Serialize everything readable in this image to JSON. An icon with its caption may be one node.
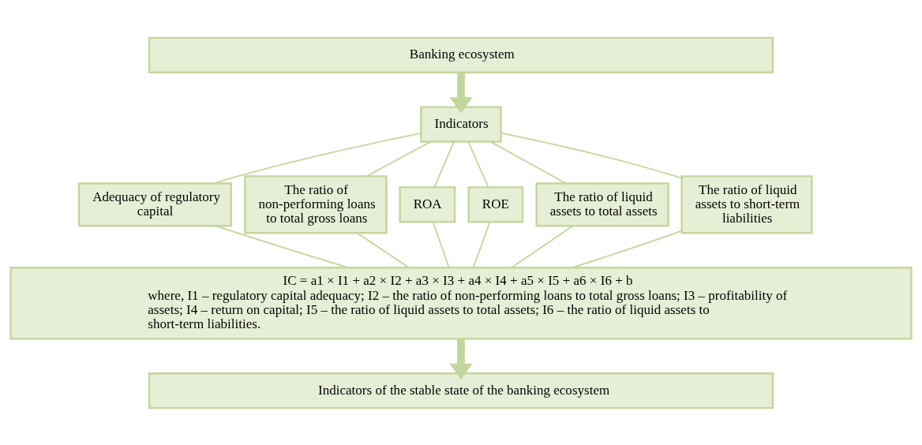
{
  "diagram": {
    "nodes": [
      {
        "text": [
          "Banking ecosystem"
        ]
      },
      {
        "text": [
          "Indicators"
        ]
      },
      {
        "text": [
          "Adequacy of regulatory capital"
        ]
      },
      {
        "text": [
          "The ratio of non-performing loans to total gross loans"
        ]
      },
      {
        "text": [
          "ROA"
        ]
      },
      {
        "text": [
          "ROE"
        ]
      },
      {
        "text": [
          "The ratio of liquid assets to total assets"
        ]
      },
      {
        "text": [
          "The ratio of liquid assets to short-term liabilities"
        ]
      },
      {
        "text": [
          "IC = a1 × I1 + a2 × I2 + a3 × I3 + a4 × I4 + a5 × I5 + a6 × I6 + b",
          "where, I1 – regulatory capital adequacy; I2 – the ratio of non-performing loans to total gross loans; I3 – profitability of assets; I4 – return on capital; I5 – the ratio of liquid assets to total assets; I6 – the ratio of liquid assets to short-term liabilities."
        ]
      },
      {
        "text": [
          "Indicators of the stable state of the banking ecosystem"
        ]
      }
    ],
    "edges": [
      {
        "from": 0,
        "to": 1,
        "arrow": "to",
        "style": "thick"
      },
      {
        "from": 1,
        "to": 2,
        "arrow": "none"
      },
      {
        "from": 1,
        "to": 3,
        "arrow": "none"
      },
      {
        "from": 1,
        "to": 4,
        "arrow": "none"
      },
      {
        "from": 1,
        "to": 5,
        "arrow": "none"
      },
      {
        "from": 1,
        "to": 6,
        "arrow": "none"
      },
      {
        "from": 1,
        "to": 7,
        "arrow": "none"
      },
      {
        "from": 2,
        "to": 8,
        "arrow": "none"
      },
      {
        "from": 3,
        "to": 8,
        "arrow": "none"
      },
      {
        "from": 4,
        "to": 8,
        "arrow": "none"
      },
      {
        "from": 5,
        "to": 8,
        "arrow": "none"
      },
      {
        "from": 6,
        "to": 8,
        "arrow": "none"
      },
      {
        "from": 7,
        "to": 8,
        "arrow": "none"
      },
      {
        "from": 8,
        "to": 9,
        "arrow": "to",
        "style": "thick"
      }
    ]
  }
}
